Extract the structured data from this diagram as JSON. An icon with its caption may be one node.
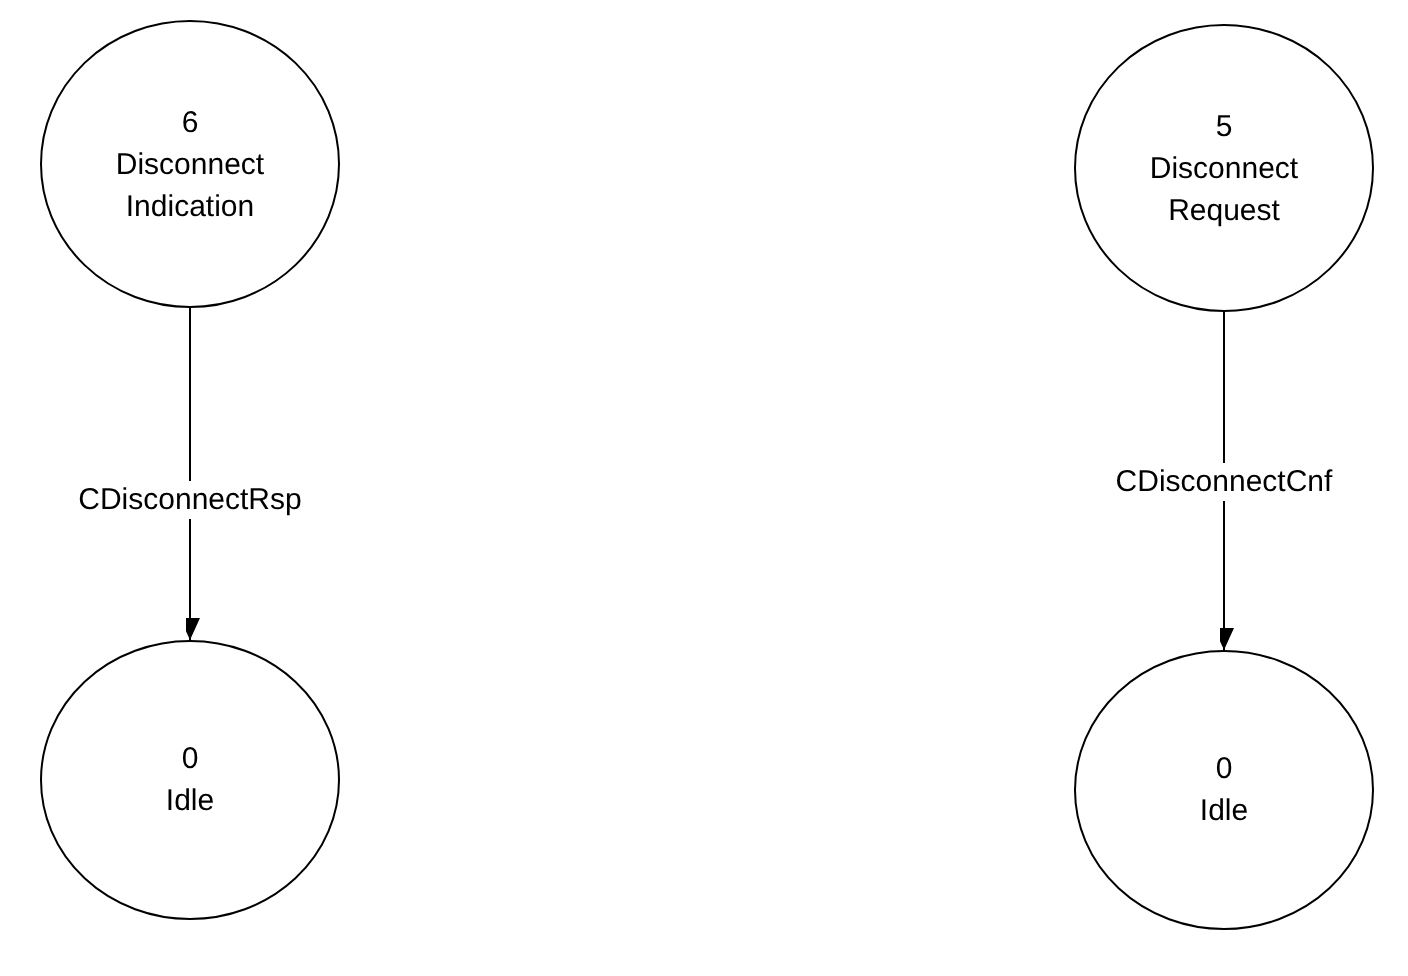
{
  "diagram": {
    "nodes": [
      {
        "text": [
          "6",
          "Disconnect Indication"
        ]
      },
      {
        "text": [
          "5",
          "Disconnect Request"
        ]
      },
      {
        "text": [
          "0",
          "Idle"
        ]
      },
      {
        "text": [
          "0",
          "Idle"
        ]
      }
    ],
    "edges": [
      {
        "from": 0,
        "to": 2,
        "arrow": "to",
        "label": "CDisconnectRsp"
      },
      {
        "from": 1,
        "to": 3,
        "arrow": "to",
        "label": "CDisconnectCnf"
      }
    ]
  }
}
